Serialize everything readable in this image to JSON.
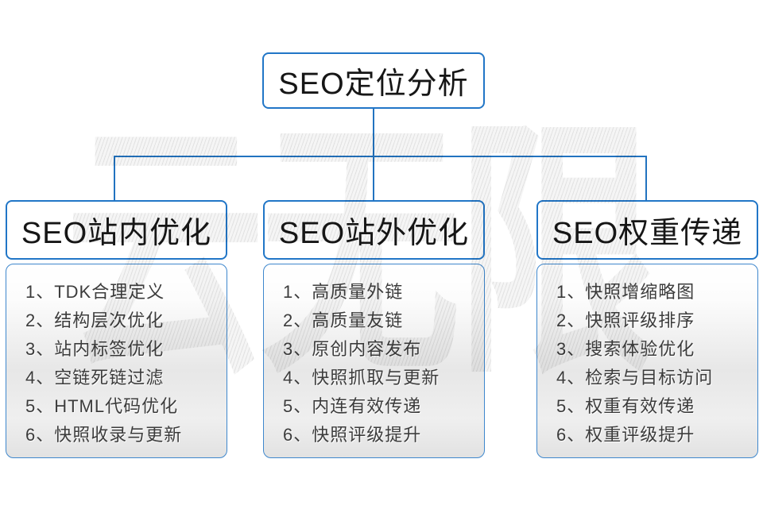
{
  "watermark": {
    "text": "云无限"
  },
  "root": {
    "title": "SEO定位分析"
  },
  "branches": [
    {
      "title": "SEO站内优化",
      "items": [
        "1、TDK合理定义",
        "2、结构层次优化",
        "3、站内标签优化",
        "4、空链死链过滤",
        "5、HTML代码优化",
        "6、快照收录与更新"
      ]
    },
    {
      "title": "SEO站外优化",
      "items": [
        "1、高质量外链",
        "2、高质量友链",
        "3、原创内容发布",
        "4、快照抓取与更新",
        "5、内连有效传递",
        "6、快照评级提升"
      ]
    },
    {
      "title": "SEO权重传递",
      "items": [
        "1、快照增缩略图",
        "2、快照评级排序",
        "3、搜索体验优化",
        "4、检索与目标访问",
        "5、权重有效传递",
        "6、权重评级提升"
      ]
    }
  ],
  "colors": {
    "accent_blue": "#2176c7",
    "connector_blue": "#2273c0",
    "panel_border_blue": "#3e87cd",
    "header_text": "#161616",
    "list_text": "#3c3c3c",
    "panel_gradient_top": "#ffffff",
    "panel_gradient_bottom": "#e2e2e2",
    "watermark_gray": "#e2e2e2"
  }
}
